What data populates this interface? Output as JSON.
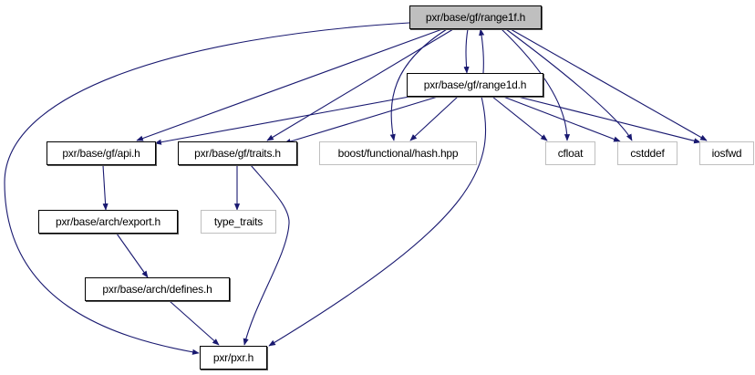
{
  "graph": {
    "edge_color": "#191970",
    "nodes": {
      "range1f": "pxr/base/gf/range1f.h",
      "range1d": "pxr/base/gf/range1d.h",
      "api": "pxr/base/gf/api.h",
      "traits": "pxr/base/gf/traits.h",
      "hash": "boost/functional/hash.hpp",
      "cfloat": "cfloat",
      "cstddef": "cstddef",
      "iosfwd": "iosfwd",
      "export": "pxr/base/arch/export.h",
      "type_traits": "type_traits",
      "defines": "pxr/base/arch/defines.h",
      "pxr": "pxr/pxr.h"
    },
    "edges": [
      [
        "range1f",
        "pxr"
      ],
      [
        "range1f",
        "api"
      ],
      [
        "range1f",
        "traits"
      ],
      [
        "range1f",
        "hash"
      ],
      [
        "range1f",
        "range1d"
      ],
      [
        "range1d",
        "range1f"
      ],
      [
        "range1f",
        "cfloat"
      ],
      [
        "range1f",
        "cstddef"
      ],
      [
        "range1f",
        "iosfwd"
      ],
      [
        "range1d",
        "api"
      ],
      [
        "range1d",
        "traits"
      ],
      [
        "range1d",
        "hash"
      ],
      [
        "range1d",
        "cfloat"
      ],
      [
        "range1d",
        "cstddef"
      ],
      [
        "range1d",
        "iosfwd"
      ],
      [
        "range1d",
        "pxr"
      ],
      [
        "api",
        "export"
      ],
      [
        "traits",
        "type_traits"
      ],
      [
        "traits",
        "pxr"
      ],
      [
        "export",
        "defines"
      ],
      [
        "defines",
        "pxr"
      ]
    ]
  }
}
